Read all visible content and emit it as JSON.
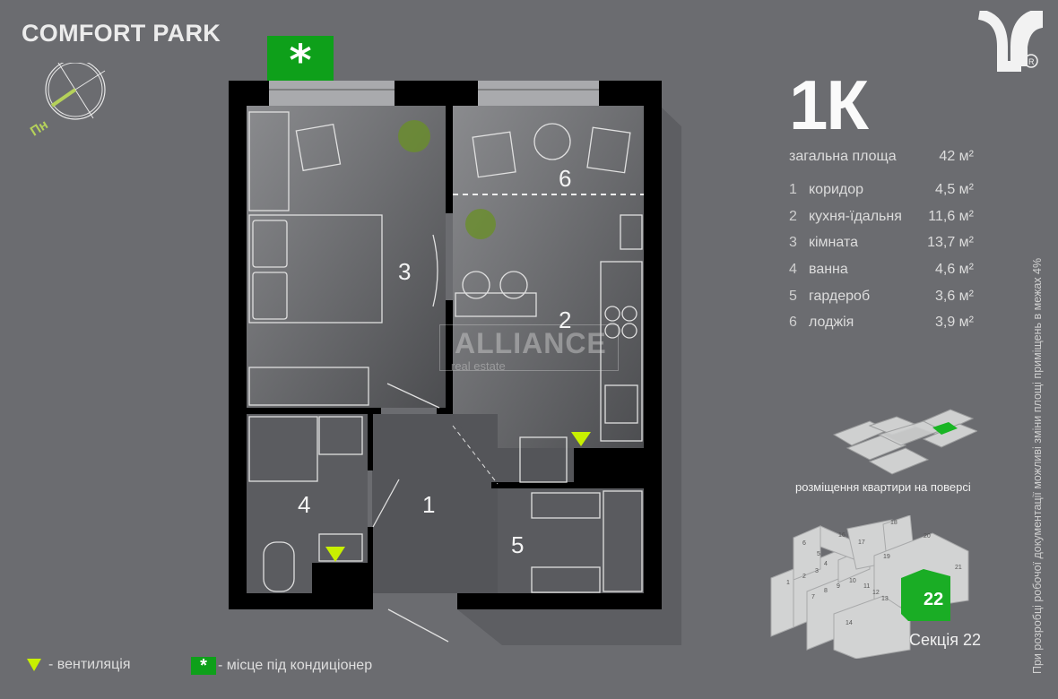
{
  "header": {
    "brand": "COMFORT PARK",
    "compass_label": "Пн"
  },
  "apartment": {
    "type": "1К",
    "total_label": "загальна площа",
    "total_value": "42 м²",
    "rooms": [
      {
        "num": "1",
        "name": "коридор",
        "area": "4,5 м²"
      },
      {
        "num": "2",
        "name": "кухня-їдальня",
        "area": "11,6 м²"
      },
      {
        "num": "3",
        "name": "кімната",
        "area": "13,7 м²"
      },
      {
        "num": "4",
        "name": "ванна",
        "area": "4,6 м²"
      },
      {
        "num": "5",
        "name": "гардероб",
        "area": "3,6 м²"
      },
      {
        "num": "6",
        "name": "лоджія",
        "area": "3,9 м²"
      }
    ]
  },
  "plan_labels": [
    "1",
    "2",
    "3",
    "4",
    "5",
    "6"
  ],
  "watermark": {
    "main": "ALLIANCE",
    "sub": "real estate"
  },
  "floor_caption": "розміщення квартири на поверсі",
  "section_caption": "Секція 22",
  "section_numbers": [
    "1",
    "2",
    "3",
    "4",
    "5",
    "6",
    "7",
    "8",
    "9",
    "10",
    "11",
    "12",
    "13",
    "14",
    "16",
    "17",
    "18",
    "19",
    "20",
    "21",
    "22"
  ],
  "note": "При розробці робочої документації можливі зміни площі приміщень в межах 4%",
  "legend": {
    "ventilation": "- вентиляція",
    "ac": "- місце під кондиціонер",
    "ac_symbol": "*"
  },
  "colors": {
    "background": "#6b6c70",
    "accent_green": "#0ea01a",
    "vent_yellow": "#c8f000",
    "compass_green": "#b5d15a"
  }
}
